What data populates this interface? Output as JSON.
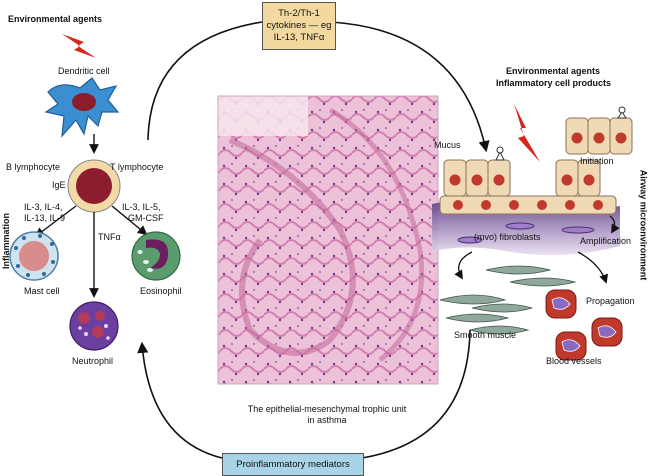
{
  "top_box": {
    "line1": "Th-2/Th-1",
    "line2": "cytokines — eg",
    "line3": "IL-13, TNFα"
  },
  "bottom_box": {
    "label": "Proinflammatory mediators"
  },
  "left_panel": {
    "env_agents": "Environmental agents",
    "dendritic_cell": "Dendritic cell",
    "b_lymphocyte": "B lymphocyte",
    "t_lymphocyte": "T lymphocyte",
    "ige": "IgE",
    "left_cytokines": [
      "IL-3, IL-4,",
      "IL-13, IL-9"
    ],
    "right_cytokines": [
      "IL-3, IL-5,",
      "GM-CSF"
    ],
    "tnf": "TNFα",
    "mast_cell": "Mast cell",
    "eosinophil": "Eosinophil",
    "neutrophil": "Neutrophil",
    "side_label": "Inflammation"
  },
  "right_panel": {
    "env_title_1": "Environmental agents",
    "env_title_2": "Inflammatory cell products",
    "mucus": "Mucus",
    "initiation": "Initiation",
    "fibroblasts": "(mvo) fibroblasts",
    "amplification": "Amplification",
    "propagation": "Propagation",
    "smooth_muscle": "Smooth muscle",
    "blood_vessels": "Blood vessels",
    "side_label": "Airway microenvironment"
  },
  "center": {
    "caption_1": "The epithelial-mesenchymal trophic unit",
    "caption_2": "in asthma"
  },
  "colors": {
    "top_box_fill": "#f3d9a0",
    "bottom_box_fill": "#a9d3e6",
    "lightning": "#d9261c",
    "dendritic": "#3b8fd1",
    "nucleus": "#8b1d2c",
    "lymphocyte_ring": "#f1d9a8",
    "mast": "#d98c8c",
    "eosinophil": "#5a9c6e",
    "neutrophil": "#6b3fa0",
    "epithelium": "#f0d9b5",
    "mesenchyme": "#8d6ab0",
    "smooth_muscle": "#8fa89a",
    "vessel": "#c0392b",
    "histology": "#e8b8d0"
  }
}
